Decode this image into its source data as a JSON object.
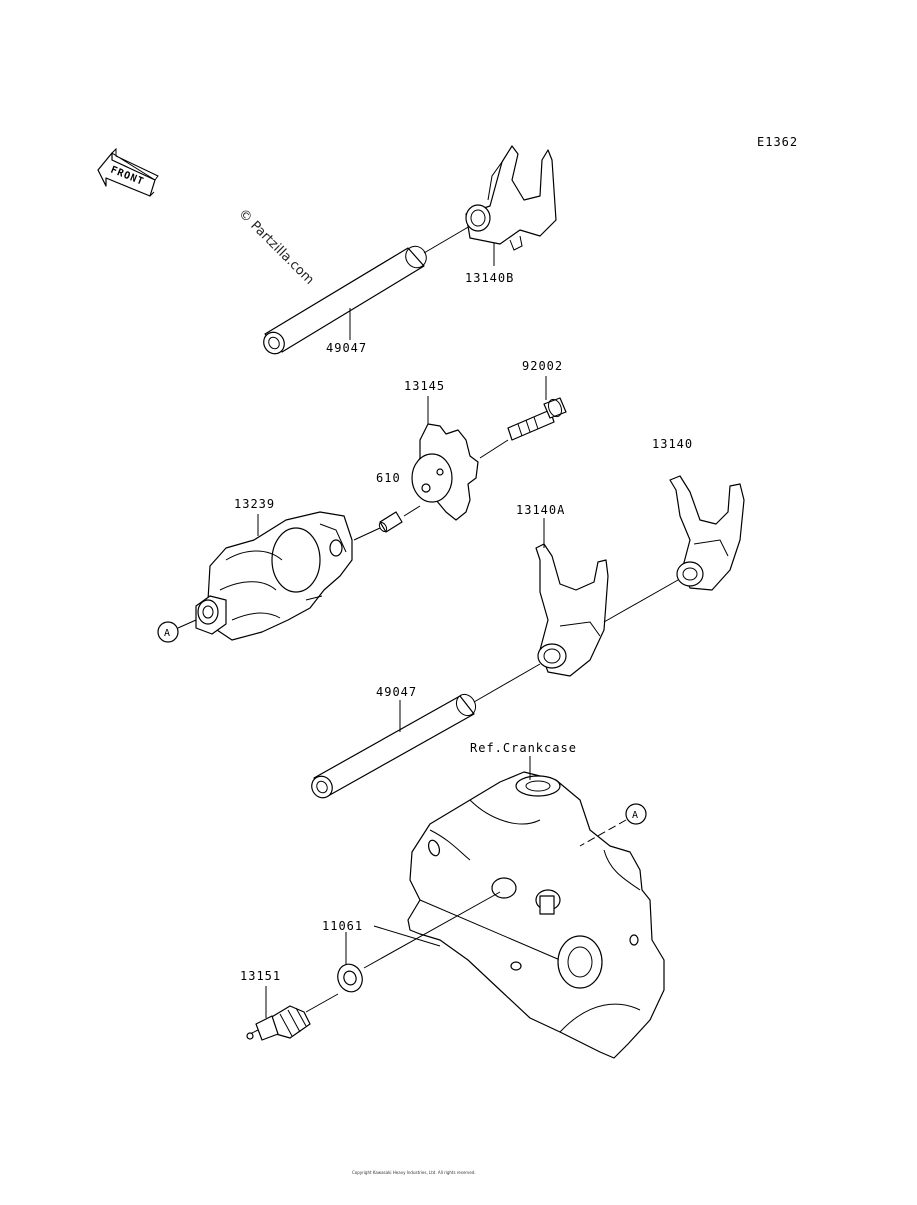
{
  "figure_id": "E1362",
  "front_label": "FRONT",
  "watermark": "© Partzilla.com",
  "ref_label": "Ref.Crankcase",
  "callout_letter": "A",
  "parts": {
    "shift_fork_b": "13140B",
    "shift_rod_upper": "49047",
    "shift_drum_cam": "13145",
    "bolt": "92002",
    "pin": "610",
    "shift_drum": "13239",
    "shift_fork_a": "13140A",
    "shift_fork": "13140",
    "shift_rod_lower": "49047",
    "washer": "11061",
    "neutral_switch": "13151"
  },
  "copyright": "Copyright Kawasaki Heavy Industries, Ltd. All rights reserved."
}
